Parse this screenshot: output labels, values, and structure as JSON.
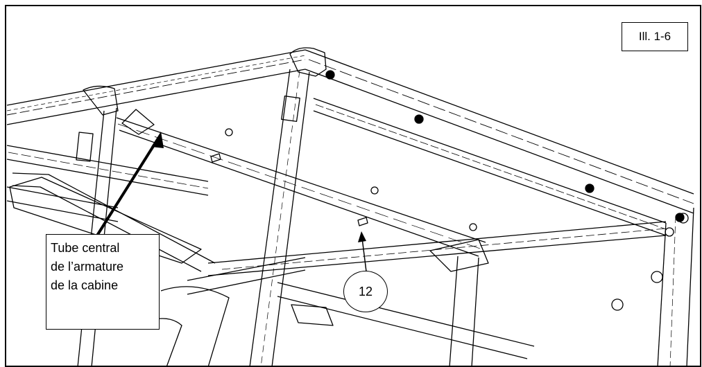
{
  "illustration_id": "Ill. 1-6",
  "callout": {
    "lines": [
      "Tube central",
      "de l’armature",
      "de la cabine"
    ]
  },
  "part_number": "12",
  "colors": {
    "line": "#000000",
    "background": "#ffffff"
  }
}
